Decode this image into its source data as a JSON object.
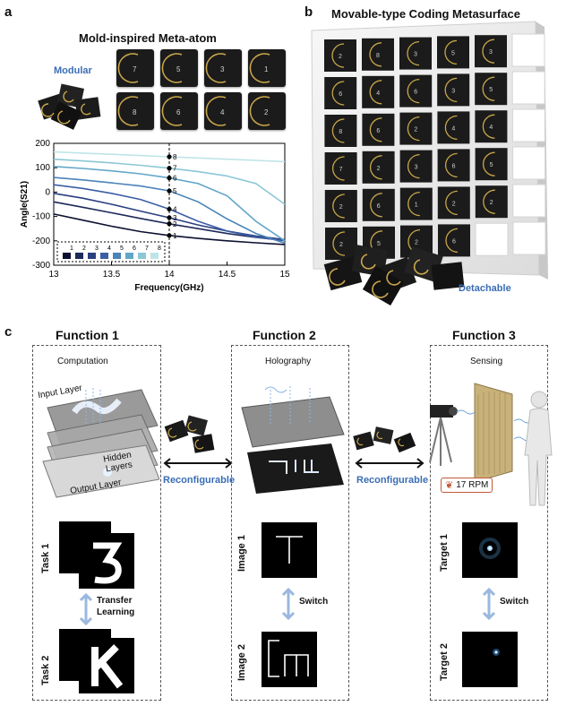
{
  "panel_a": {
    "letter": "a",
    "title": "Mold-inspired Meta-atom",
    "modular_label": "Modular",
    "atom_codes_row1": [
      "7",
      "5",
      "3",
      "1"
    ],
    "atom_codes_row2": [
      "8",
      "6",
      "4",
      "2"
    ],
    "chart_data": {
      "type": "line",
      "xlabel": "Frequency(GHz)",
      "ylabel": "Angle(S21)",
      "xlim": [
        13,
        15
      ],
      "ylim": [
        -300,
        200
      ],
      "x_ticks": [
        "13",
        "13.5",
        "14",
        "14.5",
        "15"
      ],
      "y_ticks": [
        "200",
        "100",
        "0",
        "-100",
        "-200",
        "-300"
      ],
      "legend": [
        "1",
        "2",
        "3",
        "4",
        "5",
        "6",
        "7",
        "8"
      ],
      "legend_position": "bottom-left",
      "marker_x": 14,
      "marker_labels": [
        "1",
        "2",
        "3",
        "4",
        "5",
        "6",
        "7",
        "8"
      ],
      "series_colors": [
        "#0b1030",
        "#1d2a5a",
        "#2a3f80",
        "#3b5ea5",
        "#4b83b8",
        "#62a6c8",
        "#8cc7d6",
        "#bfe4e6"
      ],
      "x": [
        13,
        13.25,
        13.5,
        13.75,
        14,
        14.25,
        14.5,
        14.75,
        15
      ],
      "series": [
        {
          "name": "1",
          "values": [
            -90,
            -115,
            -140,
            -162,
            -178,
            -190,
            -200,
            -208,
            -215
          ]
        },
        {
          "name": "2",
          "values": [
            -40,
            -62,
            -85,
            -108,
            -130,
            -150,
            -170,
            -186,
            -198
          ]
        },
        {
          "name": "3",
          "values": [
            -5,
            -25,
            -50,
            -78,
            -105,
            -135,
            -160,
            -180,
            -195
          ]
        },
        {
          "name": "4",
          "values": [
            30,
            15,
            -5,
            -30,
            -70,
            -120,
            -160,
            -185,
            -200
          ]
        },
        {
          "name": "5",
          "values": [
            60,
            50,
            38,
            25,
            5,
            -40,
            -110,
            -170,
            -210
          ]
        },
        {
          "name": "6",
          "values": [
            105,
            97,
            87,
            75,
            58,
            35,
            -15,
            -120,
            -200
          ]
        },
        {
          "name": "7",
          "values": [
            135,
            128,
            120,
            110,
            98,
            84,
            66,
            35,
            -50
          ]
        },
        {
          "name": "8",
          "values": [
            165,
            160,
            155,
            150,
            145,
            140,
            135,
            130,
            125
          ]
        }
      ]
    }
  },
  "panel_b": {
    "letter": "b",
    "title": "Movable-type Coding Metasurface",
    "grid_codes": [
      [
        "2",
        "8",
        "3",
        "5",
        "3",
        ""
      ],
      [
        "6",
        "4",
        "6",
        "3",
        "5",
        ""
      ],
      [
        "8",
        "6",
        "2",
        "4",
        "4",
        ""
      ],
      [
        "7",
        "2",
        "3",
        "6",
        "5",
        ""
      ],
      [
        "2",
        "6",
        "1",
        "2",
        "2",
        ""
      ],
      [
        "2",
        "5",
        "2",
        "6",
        "",
        ""
      ]
    ],
    "detachable_label": "Detachable"
  },
  "panel_c": {
    "letter": "c",
    "function1": {
      "title": "Function 1",
      "subtitle": "Computation",
      "layer_input": "Input Layer",
      "layer_hidden": "Hidden Layers",
      "layer_output": "Output Layer",
      "task1": "Task 1",
      "task2": "Task 2",
      "transfer": "Transfer Learning"
    },
    "function2": {
      "title": "Function 2",
      "subtitle": "Holography",
      "image1": "Image 1",
      "image2": "Image 2",
      "switch": "Switch"
    },
    "function3": {
      "title": "Function 3",
      "subtitle": "Sensing",
      "target1": "Target 1",
      "target2": "Target 2",
      "switch": "Switch",
      "rpm": "17 RPM"
    },
    "reconfigurable_1": "Reconfigurable",
    "reconfigurable_2": "Reconfigurable"
  }
}
